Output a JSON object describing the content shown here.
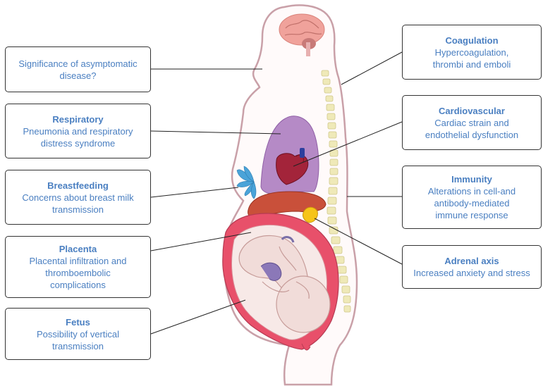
{
  "boxes": {
    "asymptomatic": {
      "title": "",
      "desc": "Significance of asymptomatic\ndisease?"
    },
    "respiratory": {
      "title": "Respiratory",
      "desc": "Pneumonia and respiratory\ndistress syndrome"
    },
    "breastfeeding": {
      "title": "Breastfeeding",
      "desc": "Concerns about breast milk\ntransmission"
    },
    "placenta": {
      "title": "Placenta",
      "desc": "Placental infiltration and\nthromboembolic\ncomplications"
    },
    "fetus": {
      "title": "Fetus",
      "desc": "Possibility of vertical\ntransmission"
    },
    "coagulation": {
      "title": "Coagulation",
      "desc": "Hypercoagulation,\nthrombi and emboli"
    },
    "cardiovascular": {
      "title": "Cardiovascular",
      "desc": "Cardiac strain and\nendothelial dysfunction"
    },
    "immunity": {
      "title": "Immunity",
      "desc": "Alterations in cell-and\nantibody-mediated\nimmune response"
    },
    "adrenal": {
      "title": "Adrenal axis",
      "desc": "Increased anxiety and stress"
    }
  },
  "colors": {
    "label_text": "#4a7fc1",
    "body_outline": "#c9a0a8",
    "lungs": "#b58ac6",
    "heart": "#a3243a",
    "liver": "#c9503a",
    "uterus": "#e8506a",
    "fetus": "#f1dcd9",
    "spine": "#efe9b8",
    "breast_gland": "#4aa3d8",
    "adrenal": "#f6c419"
  }
}
